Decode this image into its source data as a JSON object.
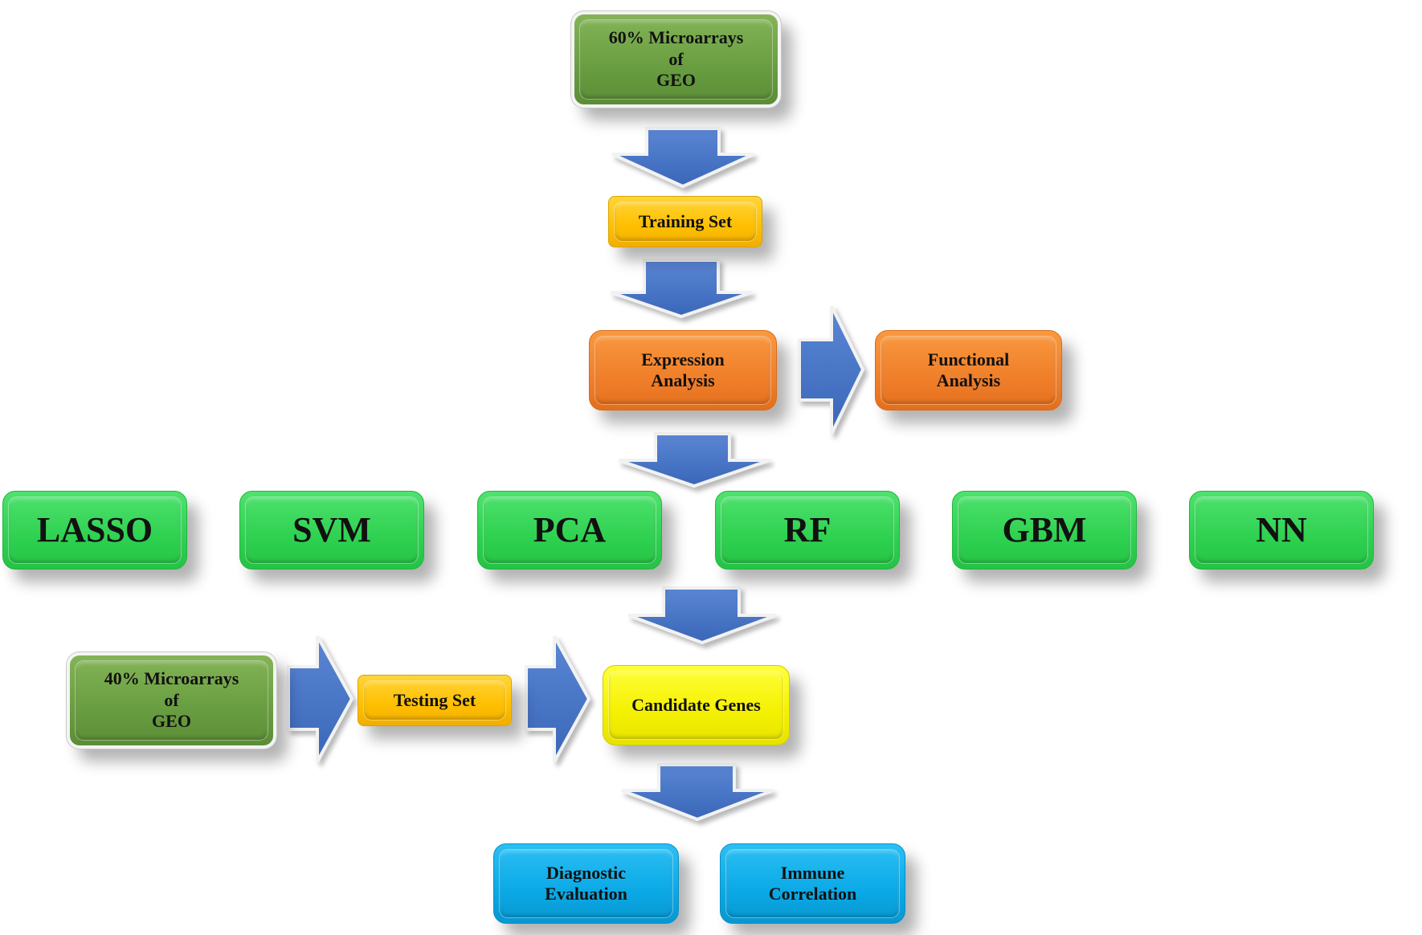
{
  "nodes": {
    "geo_training": "60%  Microarrays\nof\nGEO",
    "training_set": "Training Set",
    "expression_analysis": "Expression\nAnalysis",
    "functional_analysis": "Functional\nAnalysis",
    "methods": [
      "LASSO",
      "SVM",
      "PCA",
      "RF",
      "GBM",
      "NN"
    ],
    "geo_testing": "40%  Microarrays\nof\nGEO",
    "testing_set": "Testing Set",
    "candidate_genes": "Candidate Genes",
    "diagnostic_evaluation": "Diagnostic\nEvaluation",
    "immune_correlation": "Immune\nCorrelation"
  },
  "colors": {
    "geo": "#6a9f42",
    "set": "#ffbf00",
    "analysis": "#f07f2a",
    "method": "#2ed150",
    "candidate": "#f4f000",
    "outcome": "#0aa9e6",
    "arrow": "#4472c4"
  }
}
